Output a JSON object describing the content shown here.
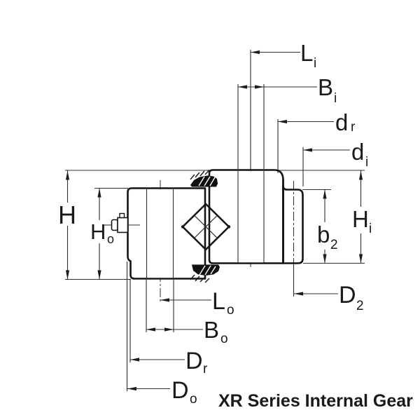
{
  "title": "XR Series Internal Gear",
  "colors": {
    "line": "#1a1a1a",
    "background": "#ffffff"
  },
  "labels": {
    "Li": {
      "main": "L",
      "sub": "i"
    },
    "Bi": {
      "main": "B",
      "sub": "i"
    },
    "dr": {
      "main": "d",
      "sub": "r"
    },
    "di": {
      "main": "d",
      "sub": "i"
    },
    "H": {
      "main": "H",
      "sub": ""
    },
    "Ho": {
      "main": "H",
      "sub": "o"
    },
    "Hi": {
      "main": "H",
      "sub": "i"
    },
    "b2": {
      "main": "b",
      "sub": "2"
    },
    "D2": {
      "main": "D",
      "sub": "2"
    },
    "Lo": {
      "main": "L",
      "sub": "o"
    },
    "Bo": {
      "main": "B",
      "sub": "o"
    },
    "Dr": {
      "main": "D",
      "sub": "r"
    },
    "Do": {
      "main": "D",
      "sub": "o"
    }
  }
}
